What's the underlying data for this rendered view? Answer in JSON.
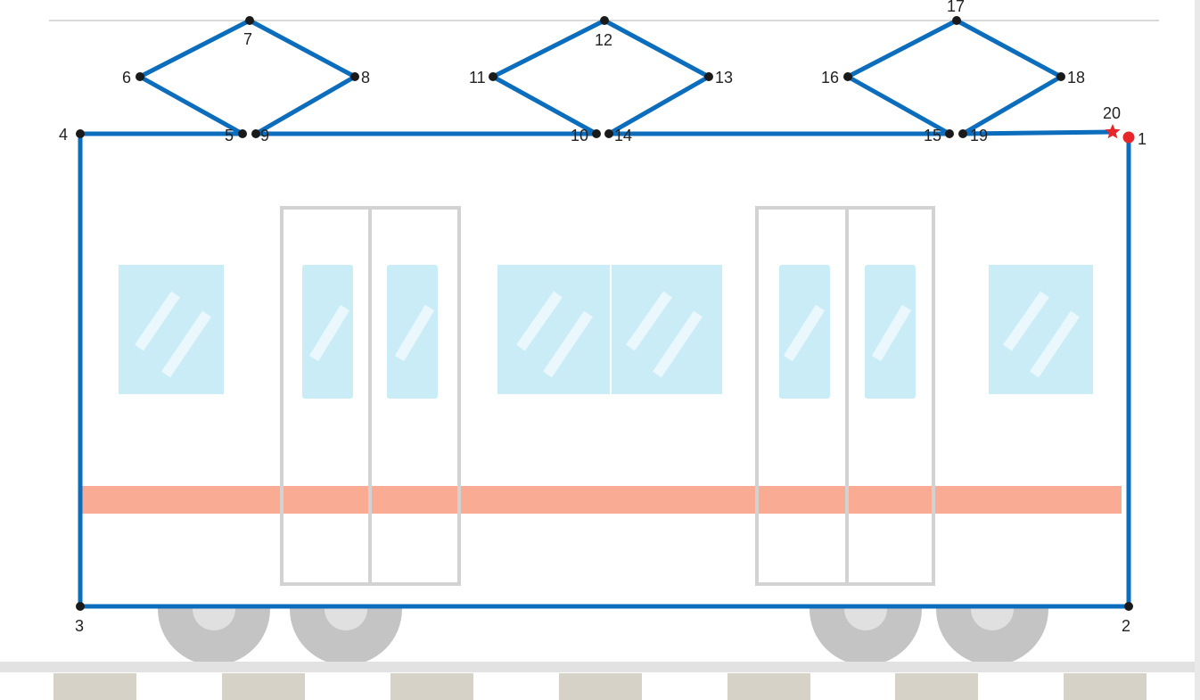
{
  "puzzle": {
    "type": "connect-the-dots",
    "subject": "train",
    "dots": [
      {
        "n": "1",
        "role": "start",
        "color": "#e8262a"
      },
      {
        "n": "2"
      },
      {
        "n": "3"
      },
      {
        "n": "4"
      },
      {
        "n": "5"
      },
      {
        "n": "6"
      },
      {
        "n": "7"
      },
      {
        "n": "8"
      },
      {
        "n": "9"
      },
      {
        "n": "10"
      },
      {
        "n": "11"
      },
      {
        "n": "12"
      },
      {
        "n": "13"
      },
      {
        "n": "14"
      },
      {
        "n": "15"
      },
      {
        "n": "16"
      },
      {
        "n": "17"
      },
      {
        "n": "18"
      },
      {
        "n": "19"
      },
      {
        "n": "20",
        "role": "end",
        "color": "#e8262a",
        "marker": "star"
      }
    ]
  },
  "colors": {
    "line": "#0b6dbb",
    "dot": "#1a1a1a",
    "window": "#c9ecf7",
    "window_glint": "#eef9fd",
    "stripe": "#f9ab94",
    "door_frame": "#d2d2d2",
    "wheel": "#c4c4c4",
    "wheel_hub": "#e0e0e0",
    "rail": "#e2e2e2",
    "sleeper": "#d7d2c8",
    "ground_line": "#d9d9d9"
  }
}
